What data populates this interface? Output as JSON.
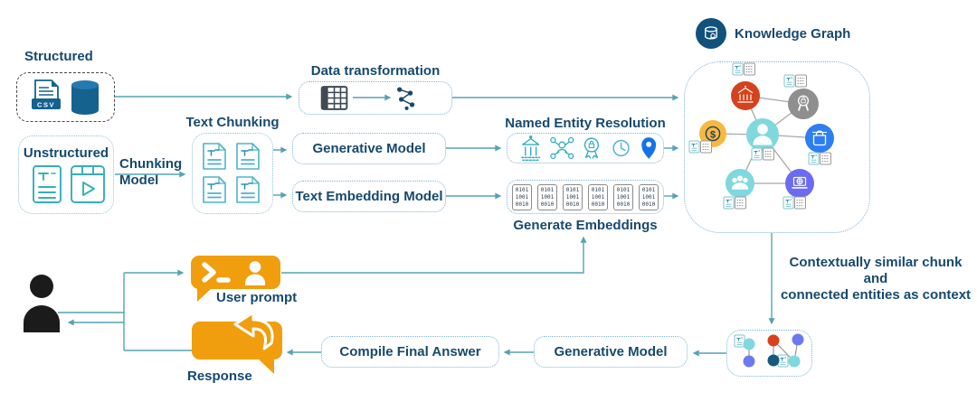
{
  "labels": {
    "structured": "Structured",
    "unstructured": "Unstructured",
    "chunking_model": "Chunking\nModel",
    "text_chunking": "Text Chunking",
    "data_transformation": "Data transformation",
    "generative_model": "Generative Model",
    "text_embedding_model": "Text Embedding Model",
    "named_entity_resolution": "Named Entity Resolution",
    "generate_embeddings": "Generate Embeddings",
    "knowledge_graph": "Knowledge Graph",
    "context_note": "Contextually similar chunk and\nconnected entities as context",
    "user_prompt": "User prompt",
    "response": "Response",
    "compile_final_answer": "Compile Final Answer",
    "csv_badge": "CSV",
    "embedding_chip": "0101\n1001\n0010",
    "dollar_glyph": "$"
  },
  "colors": {
    "navy_text": "#17496e",
    "connector_teal": "#55a3b4",
    "box_border_blue": "#7ab5d9",
    "structured_border_dark": "#474747",
    "bubble_orange": "#f09e0e",
    "icon_dark_blue": "#15628f",
    "icon_teal": "#35aebe",
    "kg_badge_navy": "#11527c",
    "node_red": "#d6421c",
    "node_gray": "#8f8f8f",
    "node_yellow": "#f6b93f",
    "node_teal": "#7fd8de",
    "node_blue": "#2c7ef2",
    "node_purple": "#6b6bf2",
    "mini_node_navy": "#155a7e",
    "pin_blue": "#1473e6"
  },
  "icons": {
    "knowledge_graph_badge": "database-graph-icon",
    "structured_sources": [
      "csv-file-icon",
      "database-cylinder-icon"
    ],
    "unstructured_sources": [
      "text-document-icon",
      "video-icon"
    ],
    "data_transformation": [
      "table-icon",
      "transform-graph-icon"
    ],
    "named_entities": [
      "bank-icon",
      "person-network-icon",
      "award-badge-icon",
      "clock-icon",
      "location-pin-icon"
    ],
    "kg_nodes": [
      "bank-node",
      "award-node",
      "dollar-node",
      "person-node",
      "shopping-bag-node",
      "people-node",
      "laptop-globe-node"
    ],
    "user": "person-silhouette-icon",
    "user_prompt_bubble": [
      "terminal-prompt-icon",
      "user-icon"
    ],
    "response_bubble": "reply-arrow-icon"
  }
}
